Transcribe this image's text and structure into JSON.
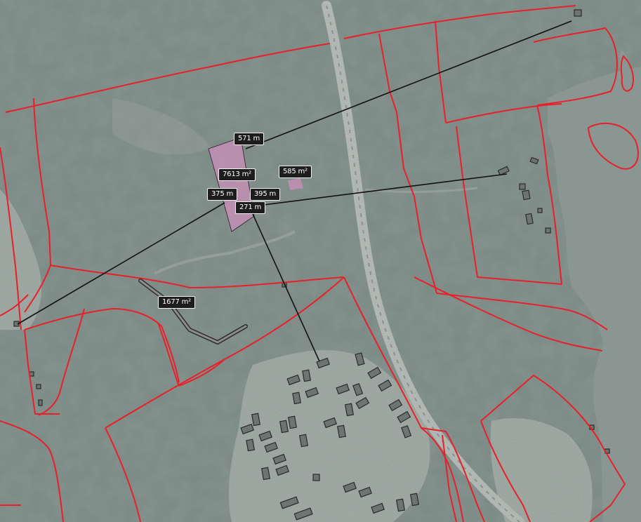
{
  "colors": {
    "forest": "#7a8884",
    "forest_dark": "#5f6d68",
    "clearing": "#a9b1ac",
    "water": "#909b98",
    "road": "#c4c8c4",
    "parcel_border": "#e8202a",
    "measure_line": "#111111",
    "selection_fill": "#c98fb8",
    "label_bg": "#1d1d1d",
    "label_text": "#ffffff"
  },
  "measurements": {
    "dist_571": "571 m",
    "area_7613": "7613 m²",
    "area_585": "585 m²",
    "dist_375": "375 m",
    "dist_395": "395 m",
    "dist_271": "271 m",
    "area_1677": "1677 m²"
  }
}
